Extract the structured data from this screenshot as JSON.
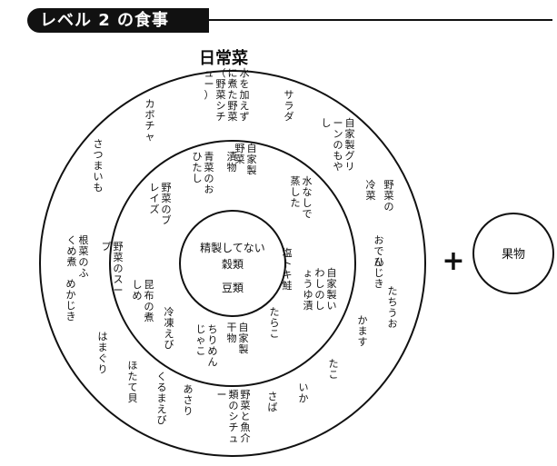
{
  "header": {
    "title": "レベル 2 の食事"
  },
  "diagram": {
    "title": "日常菜",
    "center_line1": "精製してない",
    "center_line2": "穀類",
    "center_line3": "豆類",
    "plus_symbol": "+",
    "fruit_label": "果物",
    "middle_ring_items": [
      "青菜のおひたし",
      "漬物",
      "自家製野菜",
      "水なしで蒸した",
      "塩トキ鮭",
      "自家製いわしのしょうゆ漬",
      "たらこ",
      "自家製干物",
      "ちりめんじゃこ",
      "冷凍えび",
      "昆布の煮しめ",
      "野菜のスープ",
      "野菜のブレイズ"
    ],
    "outer_ring_items": [
      "水を加えずに煮た野菜（野菜シチュー）",
      "サラダ",
      "自家製グリーンのもやし",
      "冷菜",
      "野菜の",
      "おでん",
      "ひじき",
      "たちうお",
      "かます",
      "たこ",
      "いか",
      "さば",
      "野菜と魚介類のシチュー",
      "あさり",
      "くるまえび",
      "ほたて貝",
      "はまぐり",
      "めかじき",
      "根菜のふくめ煮",
      "さつまいも",
      "カボチャ"
    ]
  }
}
